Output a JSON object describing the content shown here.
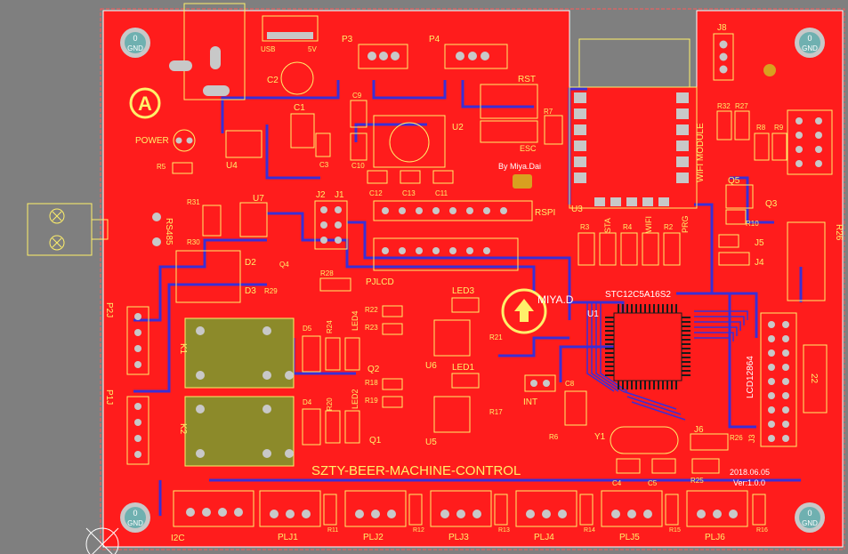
{
  "board": {
    "title": "SZTY-BEER-MACHINE-CONTROL",
    "date": "2018.06.05",
    "version": "Ver:1.0.0",
    "author": "By Miya.Dai",
    "brand": "MIYA.D",
    "mcu": "STC12C5A16S2",
    "wifi_module": "WIFI MODULE",
    "lcd": "LCD12864",
    "rspi": "RSPI",
    "gnd": "GND",
    "gnd_num": "0",
    "power": "POWER",
    "usb": "USB",
    "five_v": "5V",
    "rs485": "RS485",
    "int": "INT",
    "rst": "RST",
    "esc": "ESC",
    "sta": "STA",
    "wifi": "WIFI",
    "prg": "PRG",
    "i2c": "I2C",
    "sign": "A"
  },
  "colors": {
    "background": "#7f7f7f",
    "top_copper": "#ff1c1c",
    "bottom_trace": "#3a2fd6",
    "silkscreen": "#fff06a",
    "pad": "#c8c8c8",
    "relay": "#8c8a2a"
  },
  "designators": {
    "P3": "P3",
    "P4": "P4",
    "J8": "J8",
    "C2": "C2",
    "C1": "C1",
    "C3": "C3",
    "C9": "C9",
    "C10": "C10",
    "C11": "C11",
    "C12": "C12",
    "C13": "C13",
    "U2": "U2",
    "U3": "U3",
    "U4": "U4",
    "U7": "U7",
    "U6": "U6",
    "U5": "U5",
    "U1": "U1",
    "R5": "R5",
    "R7": "R7",
    "R31": "R31",
    "R30": "R30",
    "R28": "R28",
    "R29": "R29",
    "J1": "J1",
    "J2": "J2",
    "J3": "J3",
    "J4": "J4",
    "J5": "J5",
    "J6": "J6",
    "D2": "D2",
    "D3": "D3",
    "D4": "D4",
    "D5": "D5",
    "Q1": "Q1",
    "Q2": "Q2",
    "Q3": "Q3",
    "Q4": "Q4",
    "Q5": "Q5",
    "K1": "K1",
    "K2": "K2",
    "P2J": "P2J",
    "P1J": "P1J",
    "LED1": "LED1",
    "LED2": "LED2",
    "LED3": "LED3",
    "LED4": "LED4",
    "R20": "R20",
    "R21": "R21",
    "R22": "R22",
    "R23": "R23",
    "R24": "R24",
    "R25": "R25",
    "R26": "R26",
    "R27": "R27",
    "R32": "R32",
    "R8": "R8",
    "R9": "R9",
    "R10": "R10",
    "R3": "R3",
    "R4": "R4",
    "R2": "R2",
    "R6": "R6",
    "R17": "R17",
    "R18": "R18",
    "R19": "R19",
    "C4": "C4",
    "C5": "C5",
    "C8": "C8",
    "Y1": "Y1",
    "PJLCD": "PJLCD",
    "val22": "22",
    "R11": "R11",
    "R12": "R12",
    "R13": "R13",
    "R14": "R14",
    "R15": "R15",
    "R16": "R16"
  },
  "connectors": [
    "PLJ1",
    "PLJ2",
    "PLJ3",
    "PLJ4",
    "PLJ5",
    "PLJ6"
  ]
}
